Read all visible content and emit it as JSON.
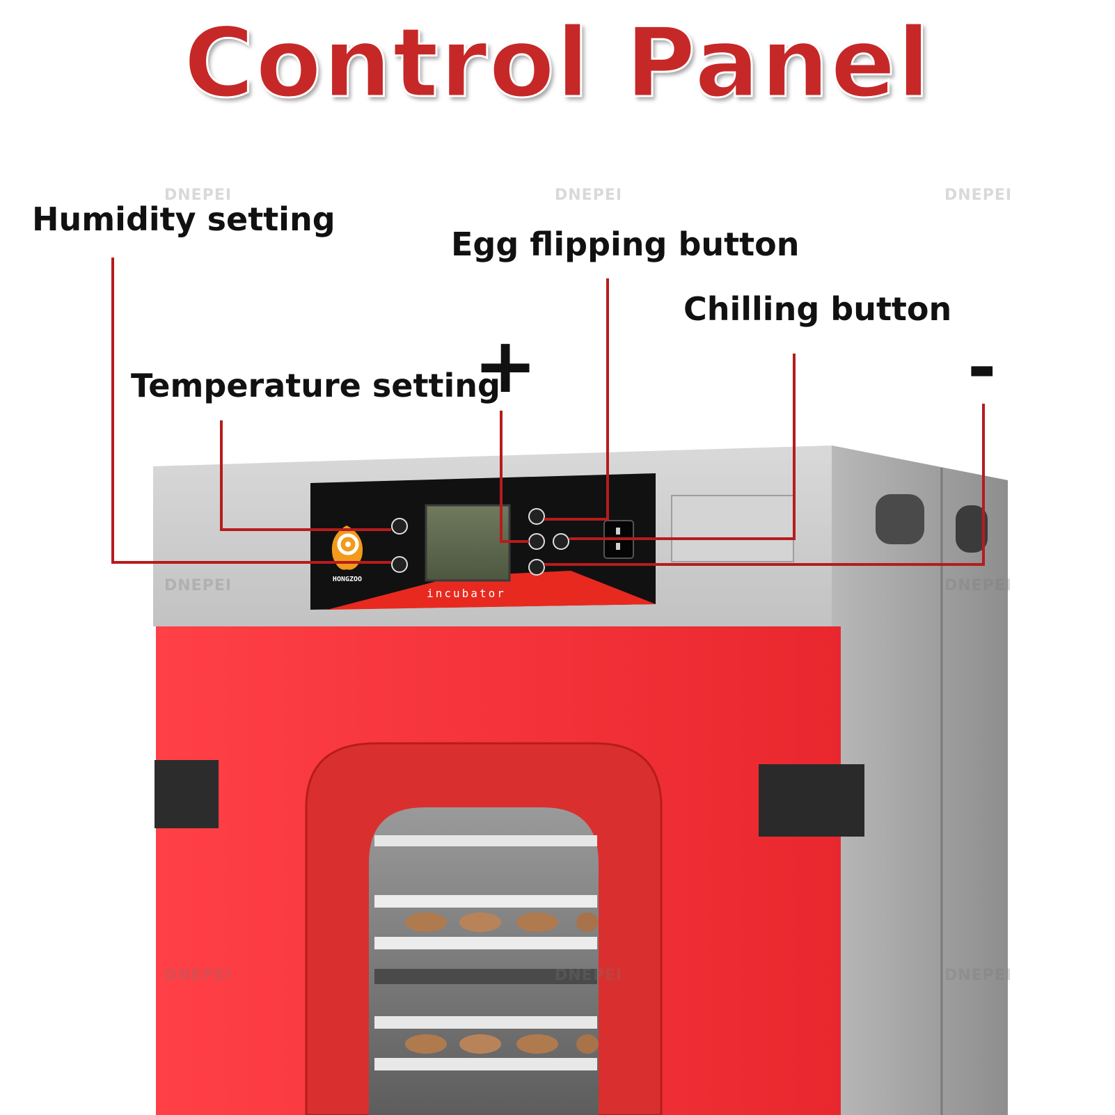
{
  "title": "Control Panel",
  "labels": {
    "humidity": "Humidity setting",
    "egg_flipping": "Egg flipping button",
    "chilling": "Chilling button",
    "temperature": "Temperature setting",
    "plus": "+",
    "minus": "-"
  },
  "device": {
    "brand": "HONGZOO",
    "panel_text": "incubator"
  },
  "watermark": "DNEPEI",
  "colors": {
    "title_red": "#c62828",
    "leader_line": "#b71c1c",
    "door_red": "#f4343a",
    "panel_black": "#111111",
    "housing_gray": "#bdbdbd"
  }
}
